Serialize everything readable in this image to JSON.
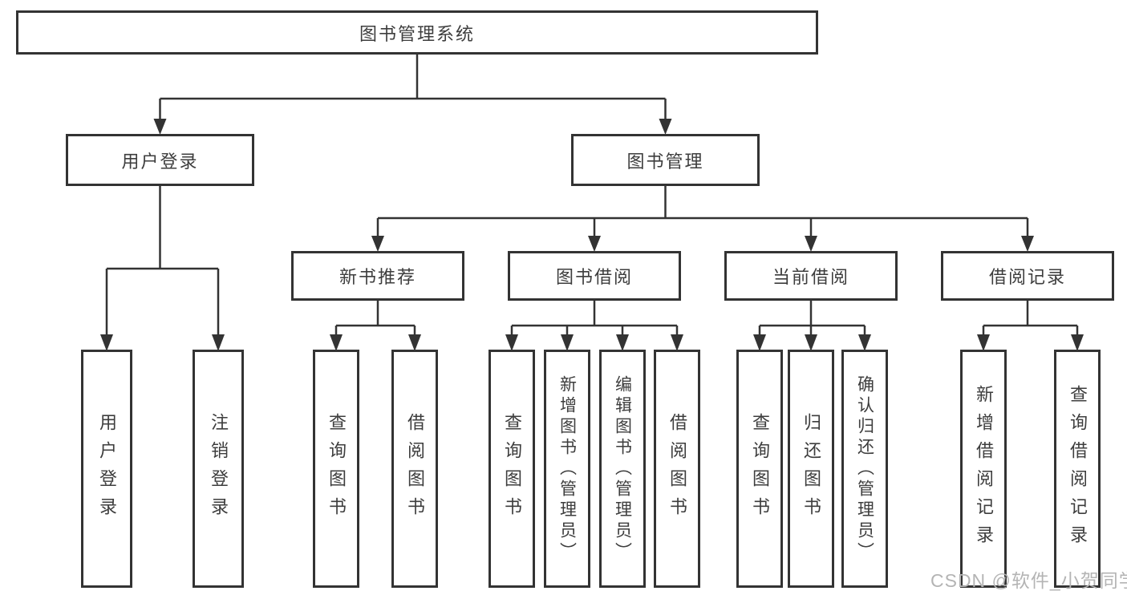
{
  "tree": {
    "root": "图书管理系统",
    "children": [
      {
        "label": "用户登录",
        "children": [
          "用户登录",
          "注销登录"
        ]
      },
      {
        "label": "图书管理",
        "children": [
          {
            "label": "新书推荐",
            "children": [
              "查询图书",
              "借阅图书"
            ]
          },
          {
            "label": "图书借阅",
            "children": [
              "查询图书",
              "新增图书（管理员）",
              "编辑图书（管理员）",
              "借阅图书"
            ]
          },
          {
            "label": "当前借阅",
            "children": [
              "查询图书",
              "归还图书",
              "确认归还（管理员）"
            ]
          },
          {
            "label": "借阅记录",
            "children": [
              "新增借阅记录",
              "查询借阅记录"
            ]
          }
        ]
      }
    ]
  },
  "watermark": "CSDN @软件_小贺同学",
  "colors": {
    "line": "#333333",
    "box_border": "#333333",
    "text": "#3d3d3d",
    "watermark": "#b4b4b4",
    "background": "#ffffff"
  }
}
